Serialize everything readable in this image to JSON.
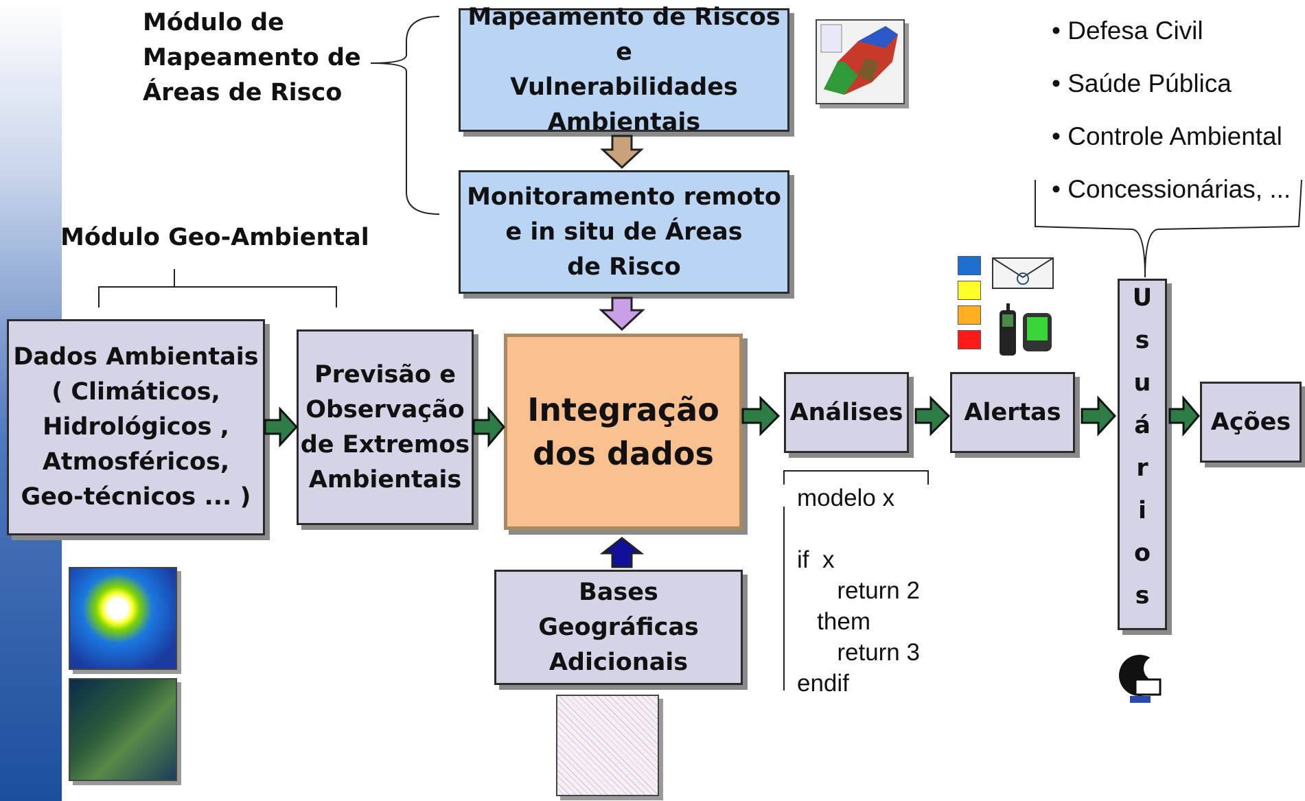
{
  "module_mapping_label": "Módulo de\nMapeamento de\nÁreas de Risco",
  "module_geo_label": "Módulo Geo-Ambiental",
  "boxes": {
    "mapping": "Mapeamento de Riscos e\nVulnerabilidades\nAmbientais",
    "monitoring": "Monitoramento remoto\ne  in situ de Áreas\nde  Risco",
    "env_data": "Dados Ambientais\n( Climáticos,\nHidrológicos ,\nAtmosféricos,\nGeo-técnicos ... )",
    "forecast": "Previsão e\nObservação\nde Extremos\nAmbientais",
    "integration": "Integração\ndos dados",
    "geo_bases": "Bases  Geográficas\nAdicionais",
    "analyses": "Análises",
    "alerts": "Alertas",
    "users": "Usuários",
    "actions": "Ações"
  },
  "users_list": [
    "• Defesa Civil",
    "• Saúde Pública",
    "• Controle Ambiental",
    "• Concessionárias, ..."
  ],
  "pseudo_code": [
    "modelo x",
    "",
    "if  x",
    "      return 2",
    "   them",
    "      return 3",
    "endif"
  ],
  "alert_colors": [
    "#1f6fd1",
    "#ffff2a",
    "#ffb020",
    "#ff1a1a"
  ],
  "arrow_colors": {
    "flow": "#2e7d46",
    "mapping_down": "#c7a27a",
    "monitor_down": "#c9a0e8",
    "geo_up": "#10109a"
  }
}
